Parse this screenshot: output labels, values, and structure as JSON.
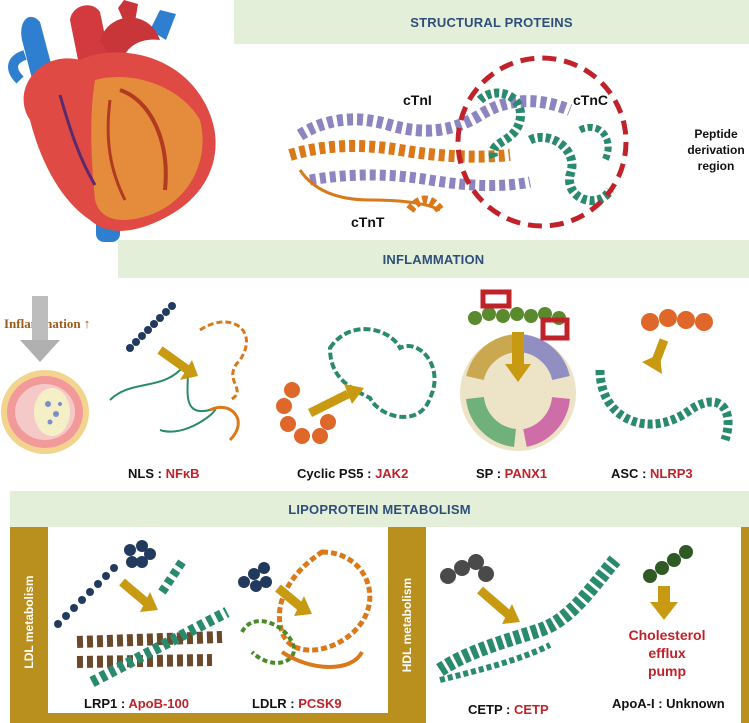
{
  "sections": {
    "structural": "STRUCTURAL PROTEINS",
    "inflammation": "INFLAMMATION",
    "lipoprotein": "LIPOPROTEIN METABOLISM"
  },
  "structural": {
    "ctni": "cTnI",
    "ctnc": "cTnC",
    "ctnt": "cTnT",
    "peptide_region": [
      "Peptide",
      "derivation",
      "region"
    ]
  },
  "inflammation": {
    "indicator": "Inflammation ↑",
    "pairs": [
      {
        "peptide": "NLS",
        "target": "NFκB"
      },
      {
        "peptide": "Cyclic PS5",
        "target": "JAK2"
      },
      {
        "peptide": "SP",
        "target": "PANX1"
      },
      {
        "peptide": "ASC",
        "target": "NLRP3"
      }
    ]
  },
  "lipoprotein": {
    "ldl_side": "LDL metabolism",
    "hdl_side": "HDL metabolism",
    "pairs": [
      {
        "peptide": "LRP1",
        "target": "ApoB-100"
      },
      {
        "peptide": "LDLR",
        "target": "PCSK9"
      },
      {
        "peptide": "CETP",
        "target": "CETP"
      },
      {
        "peptide": "ApoA-I",
        "target": "Unknown"
      }
    ],
    "efflux": [
      "Cholesterol",
      "efflux",
      "pump"
    ]
  },
  "colors": {
    "banner_bg": "#e3efd9",
    "banner_text": "#2f4f7a",
    "target_red": "#c0222a",
    "side_bar": "#b98f1d",
    "arrow_gold": "#c89a12",
    "teal_protein": "#2a8a6e",
    "orange_protein": "#d9791a",
    "navy_peptide": "#223a5e",
    "orange_peptide": "#e0672a",
    "green_peptide": "#5a8a2e",
    "circle_red": "#c0222a"
  },
  "icons": [
    "heart-illustration",
    "artery-cross-section-icon",
    "down-arrow-icon",
    "peptide-chain-icon",
    "protein-ribbon-icon"
  ]
}
